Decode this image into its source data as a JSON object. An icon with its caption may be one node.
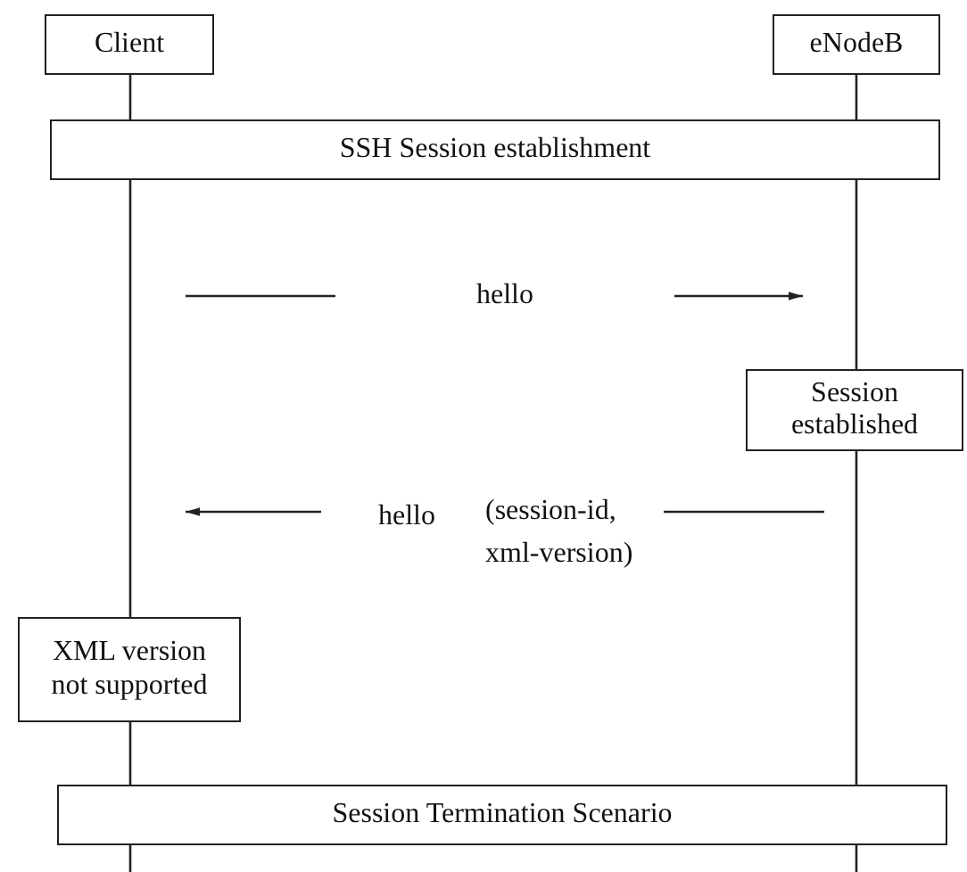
{
  "diagram": {
    "nodes": [
      {
        "text": [
          "Client"
        ]
      },
      {
        "text": [
          "eNodeB"
        ]
      },
      {
        "text": [
          "SSH Session establishment"
        ]
      },
      {
        "text": [
          "Session established"
        ]
      },
      {
        "text": [
          "XML version not supported"
        ]
      },
      {
        "text": [
          "Session Termination Scenario"
        ]
      }
    ],
    "edges": [
      {
        "from": 0,
        "to": 2,
        "arrow": "none"
      },
      {
        "from": 2,
        "to": 4,
        "arrow": "none"
      },
      {
        "from": 4,
        "to": 5,
        "arrow": "none"
      },
      {
        "from": 5,
        "to": null,
        "arrow": "none"
      },
      {
        "from": 1,
        "to": 2,
        "arrow": "none"
      },
      {
        "from": 2,
        "to": 3,
        "arrow": "none"
      },
      {
        "from": 3,
        "to": 5,
        "arrow": "none"
      },
      {
        "from": 5,
        "to": null,
        "arrow": "none"
      }
    ],
    "labels": [
      "hello",
      "hello",
      "(session-id, xml-version)"
    ]
  }
}
